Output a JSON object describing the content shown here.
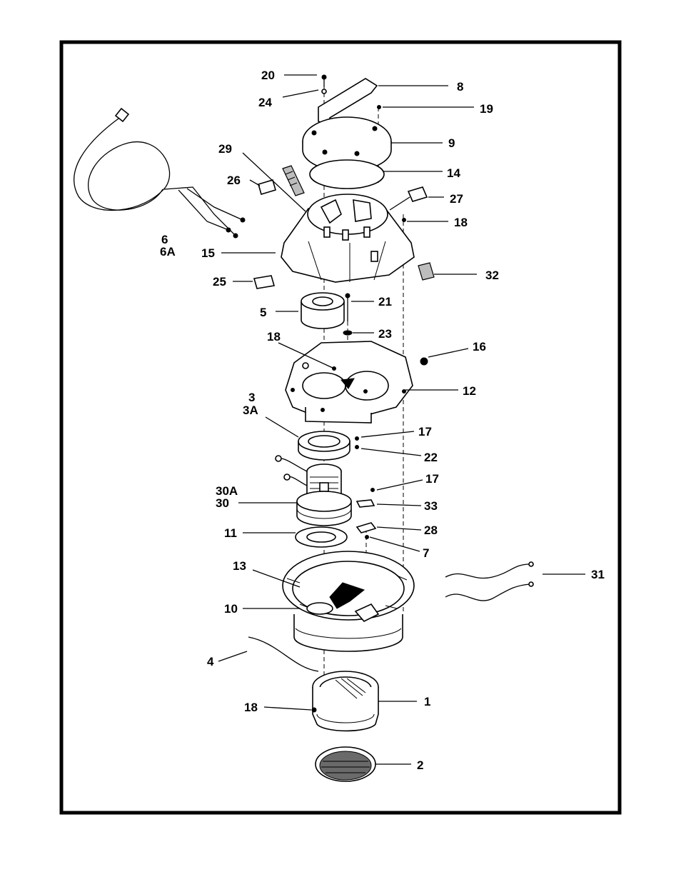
{
  "labels": {
    "p20": "20",
    "p24": "24",
    "p8": "8",
    "p19": "19",
    "p9": "9",
    "p29": "29",
    "p14": "14",
    "p26": "26",
    "p27": "27",
    "p18a": "18",
    "p6": "6",
    "p6a": "6A",
    "p15": "15",
    "p25": "25",
    "p32": "32",
    "p5": "5",
    "p21": "21",
    "p23": "23",
    "p18b": "18",
    "p16": "16",
    "p12": "12",
    "p3": "3",
    "p3a": "3A",
    "p17a": "17",
    "p22": "22",
    "p17b": "17",
    "p30a": "30A",
    "p30": "30",
    "p33": "33",
    "p11": "11",
    "p28": "28",
    "p7": "7",
    "p13": "13",
    "p31": "31",
    "p10": "10",
    "p4": "4",
    "p1": "1",
    "p18c": "18",
    "p2": "2"
  }
}
